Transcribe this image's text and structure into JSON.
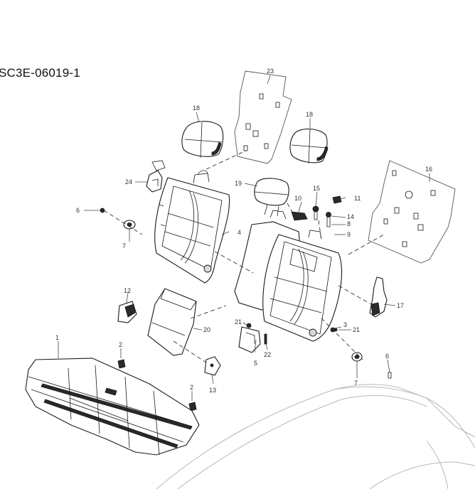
{
  "title": "SC3E-06019-1",
  "callouts": {
    "c1": "1",
    "c2a": "2",
    "c2b": "2",
    "c3": "3",
    "c4": "4",
    "c5": "5",
    "c6a": "6",
    "c6b": "6",
    "c7a": "7",
    "c7b": "7",
    "c8": "8",
    "c9": "9",
    "c10": "10",
    "c11": "11",
    "c12": "12",
    "c13": "13",
    "c14": "14",
    "c15": "15",
    "c16": "16",
    "c17": "17",
    "c18a": "18",
    "c18b": "18",
    "c19": "19",
    "c20": "20",
    "c21a": "21",
    "c21b": "21",
    "c22": "22",
    "c23": "23",
    "c24": "24"
  }
}
